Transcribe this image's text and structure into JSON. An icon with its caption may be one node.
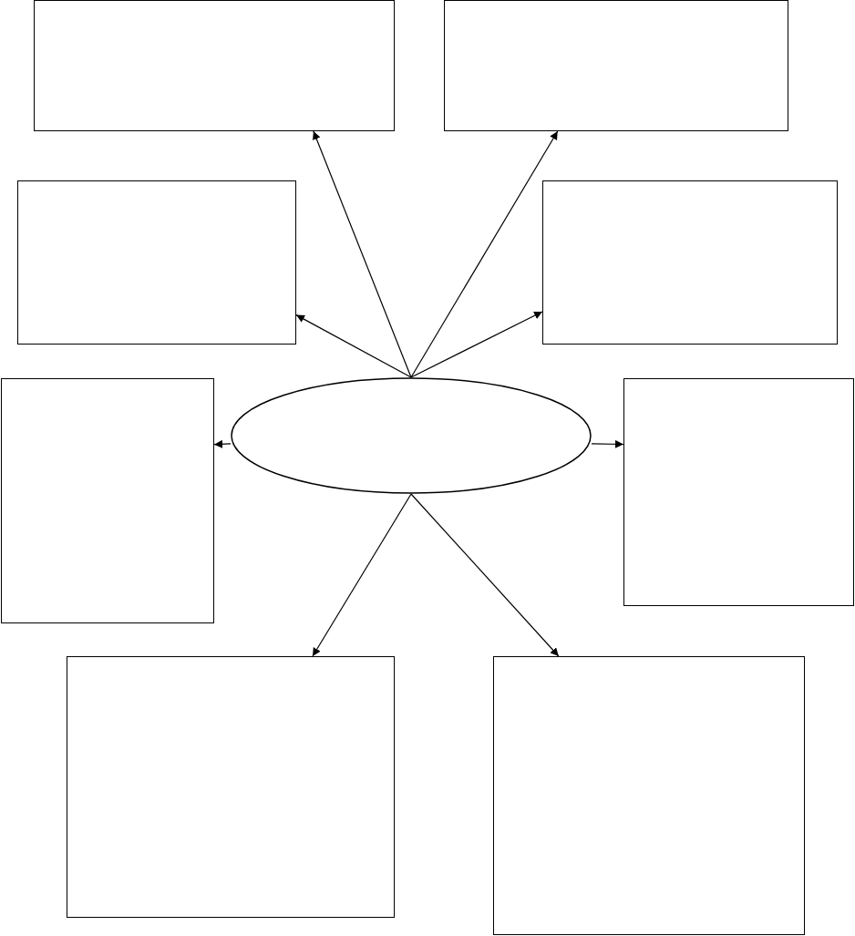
{
  "diagram": {
    "nodes": [
      {
        "text": [],
        "shape": "box"
      },
      {
        "text": [],
        "shape": "box"
      },
      {
        "text": [],
        "shape": "box"
      },
      {
        "text": [],
        "shape": "box"
      },
      {
        "text": [],
        "shape": "box"
      },
      {
        "text": [],
        "shape": "ellipse"
      },
      {
        "text": [],
        "shape": "box"
      },
      {
        "text": [],
        "shape": "box"
      },
      {
        "text": [],
        "shape": "box"
      }
    ],
    "edges": [
      {
        "from": 5,
        "to": 0,
        "arrow": "to"
      },
      {
        "from": 5,
        "to": 1,
        "arrow": "to"
      },
      {
        "from": 5,
        "to": 2,
        "arrow": "to"
      },
      {
        "from": 5,
        "to": 3,
        "arrow": "to"
      },
      {
        "from": 5,
        "to": 4,
        "arrow": "to"
      },
      {
        "from": 5,
        "to": 6,
        "arrow": "to"
      },
      {
        "from": 5,
        "to": 7,
        "arrow": "to"
      },
      {
        "from": 5,
        "to": 8,
        "arrow": "to"
      }
    ]
  }
}
